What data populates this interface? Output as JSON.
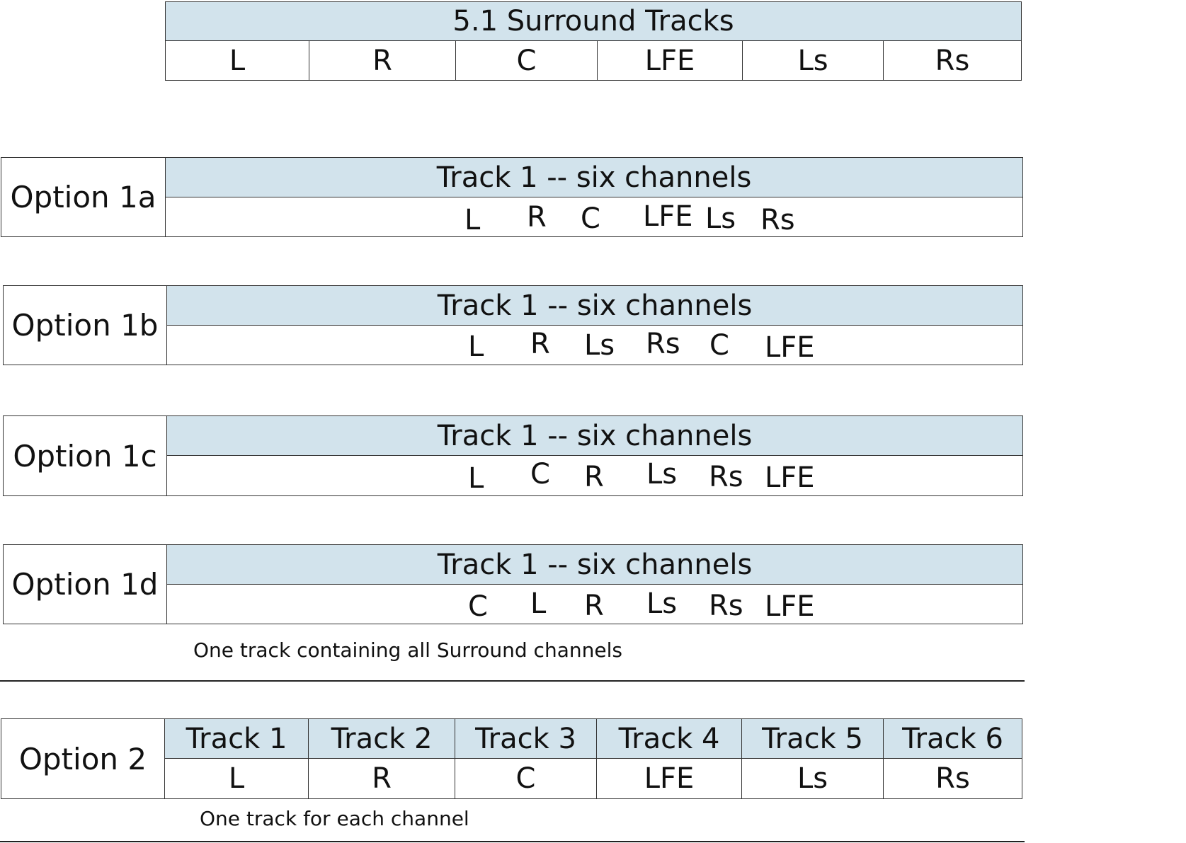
{
  "surround": {
    "title": "5.1 Surround Tracks",
    "channels": [
      "L",
      "R",
      "C",
      "LFE",
      "Ls",
      "Rs"
    ]
  },
  "options": [
    {
      "label": "Option 1a",
      "track": "Track 1 -- six channels",
      "channels": [
        "L",
        "R",
        "C",
        "LFE",
        "Ls",
        "Rs"
      ]
    },
    {
      "label": "Option 1b",
      "track": "Track 1 -- six channels",
      "channels": [
        "L",
        "R",
        "Ls",
        "Rs",
        "C",
        "LFE"
      ]
    },
    {
      "label": "Option 1c",
      "track": "Track 1 -- six channels",
      "channels": [
        "L",
        "C",
        "R",
        "Ls",
        "Rs",
        "LFE"
      ]
    },
    {
      "label": "Option 1d",
      "track": "Track 1 -- six channels",
      "channels": [
        "C",
        "L",
        "R",
        "Ls",
        "Rs",
        "LFE"
      ]
    }
  ],
  "option1_caption": "One track containing all Surround channels",
  "option2": {
    "label": "Option 2",
    "tracks": [
      "Track 1",
      "Track 2",
      "Track 3",
      "Track 4",
      "Track 5",
      "Track 6"
    ],
    "channels": [
      "L",
      "R",
      "C",
      "LFE",
      "Ls",
      "Rs"
    ],
    "caption": "One track for each channel"
  },
  "colors": {
    "header_fill": "#d2e3ec",
    "border": "#333333"
  }
}
